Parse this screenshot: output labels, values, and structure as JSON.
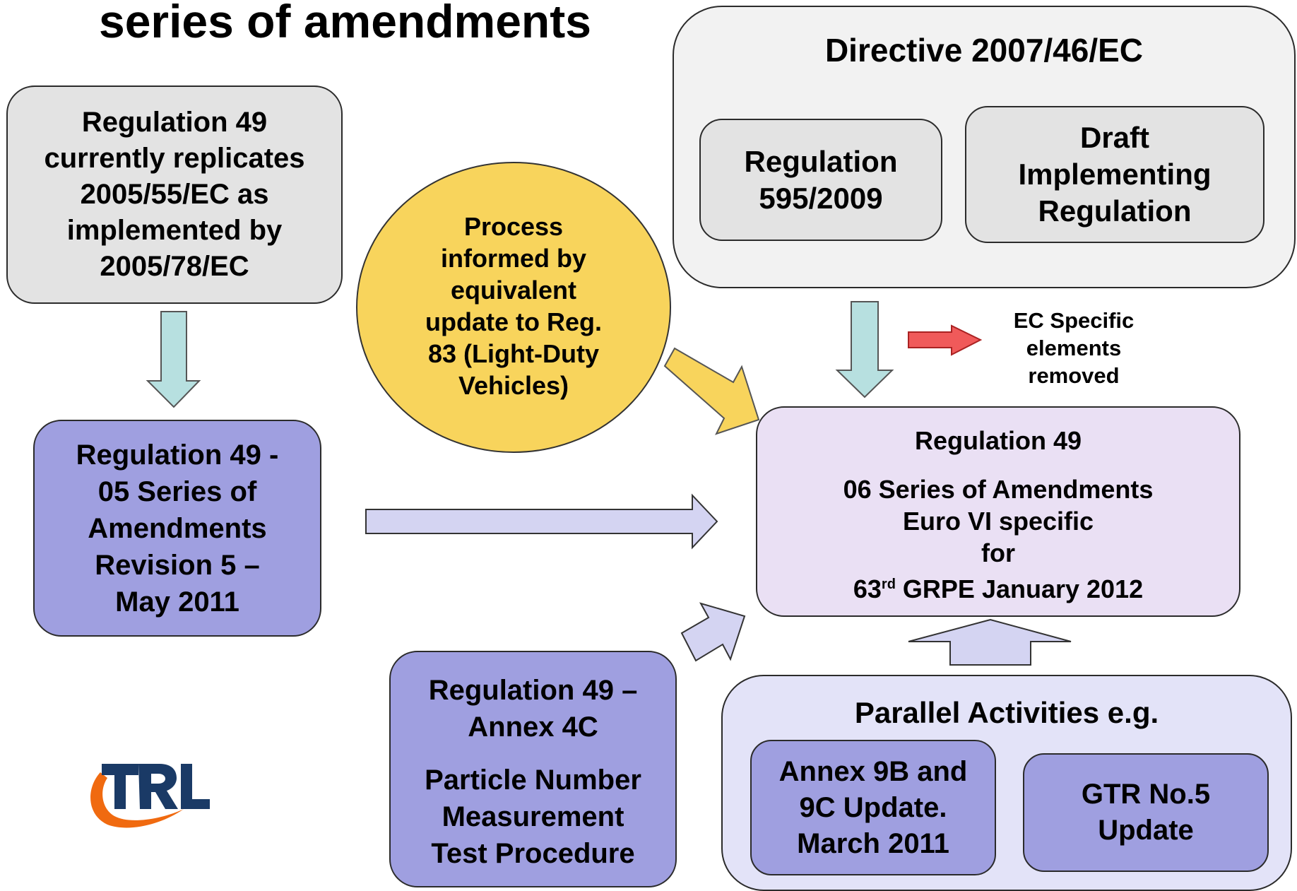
{
  "title": "series of amendments",
  "nodes": {
    "reg49_current": [
      "Regulation 49",
      "currently replicates",
      "2005/55/EC as",
      "implemented by",
      "2005/78/EC"
    ],
    "reg49_05": [
      "Regulation 49 -",
      "05 Series of",
      "Amendments",
      "Revision 5 –",
      "May 2011"
    ],
    "process": [
      "Process",
      "informed by",
      "equivalent",
      "update to Reg.",
      "83 (Light-Duty",
      "Vehicles)"
    ],
    "directive_title": "Directive 2007/46/EC",
    "reg595": [
      "Regulation",
      "595/2009"
    ],
    "draft_impl": [
      "Draft",
      "Implementing",
      "Regulation"
    ],
    "ec_specific": [
      "EC Specific",
      "elements",
      "removed"
    ],
    "reg49_06": {
      "title": "Regulation 49",
      "line1": "06 Series of Amendments",
      "line2": "Euro VI specific",
      "line3": "for",
      "line4_pre": "63",
      "line4_sup": "rd",
      "line4_post": " GRPE January 2012"
    },
    "annex4c": {
      "title": [
        "Regulation 49 –",
        "Annex 4C"
      ],
      "body": [
        "Particle Number",
        "Measurement",
        "Test Procedure"
      ]
    },
    "parallel_title": "Parallel Activities e.g.",
    "annex9b": [
      "Annex 9B and",
      "9C Update.",
      "March 2011"
    ],
    "gtr5": [
      "GTR No.5",
      "Update"
    ]
  },
  "logo": {
    "text": "TRL",
    "colors": {
      "letters": "#1a3a66",
      "swoosh": "#f06a10"
    }
  },
  "colors": {
    "teal_arrow": "#b7e0e0",
    "lavender_arrow": "#d4d4f2",
    "yellow": "#f8d45c",
    "red_arrow": "#f05a5a",
    "purple_box": "#9f9fe0"
  }
}
